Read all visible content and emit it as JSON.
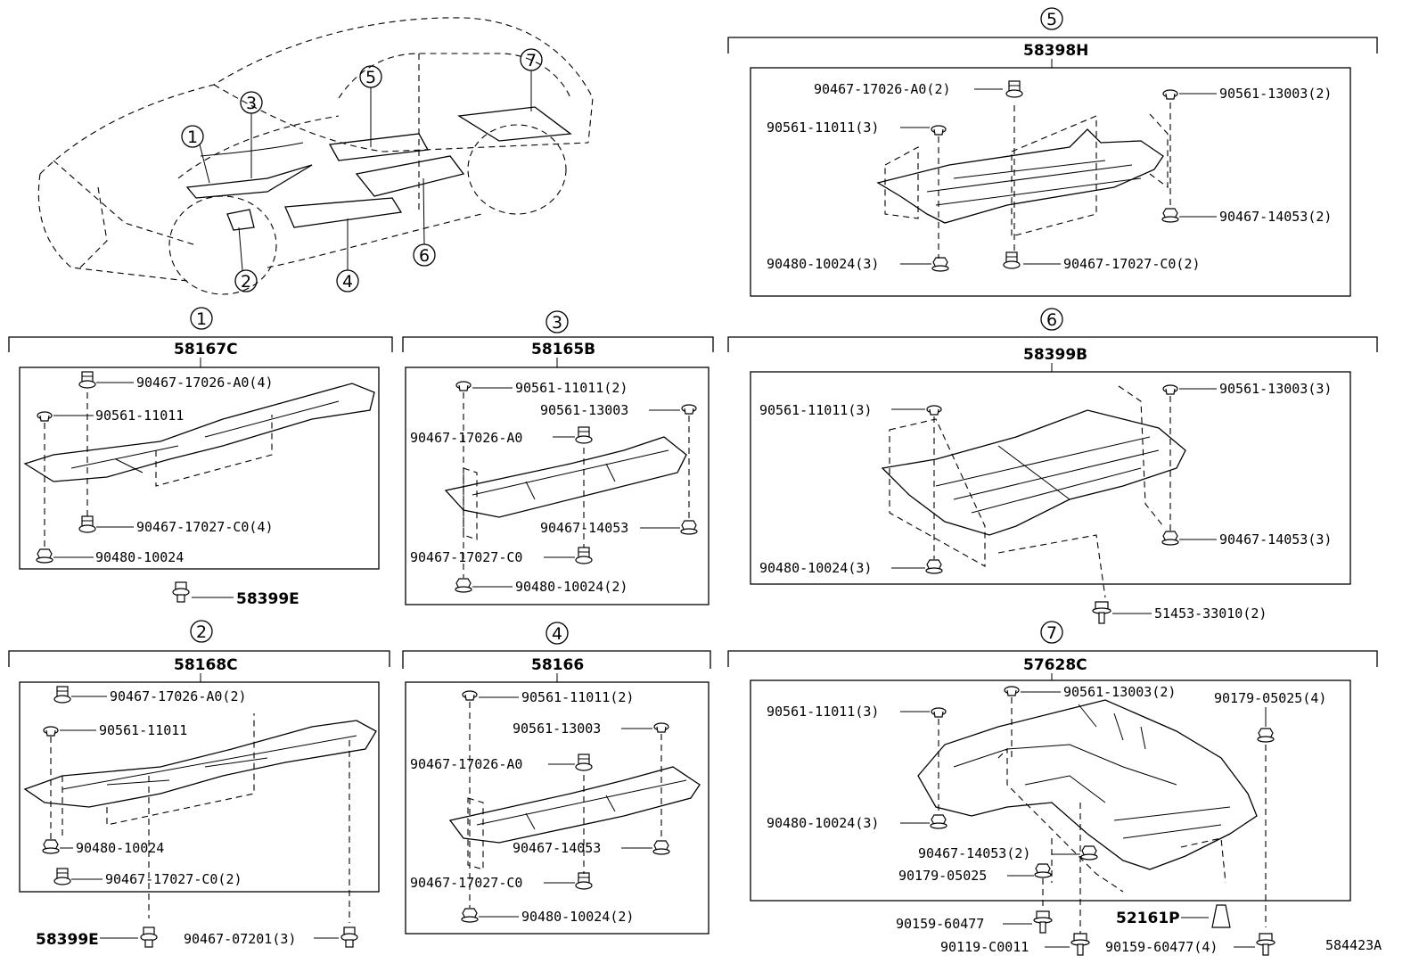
{
  "callouts": [
    "1",
    "2",
    "3",
    "4",
    "5",
    "6",
    "7"
  ],
  "diagram_id": "584423A",
  "panel1": {
    "title": "58167C",
    "parts": [
      "90467-17026-A0(4)",
      "90561-11011",
      "90467-17027-C0(4)",
      "90480-10024"
    ],
    "outside": "58399E"
  },
  "panel2": {
    "title": "58168C",
    "parts": [
      "90467-17026-A0(2)",
      "90561-11011",
      "90480-10024",
      "90467-17027-C0(2)"
    ],
    "outside_left": "58399E",
    "outside_right": "90467-07201(3)"
  },
  "panel3": {
    "title": "58165B",
    "parts": [
      "90561-11011(2)",
      "90561-13003",
      "90467-17026-A0",
      "90467-14053",
      "90467-17027-C0",
      "90480-10024(2)"
    ]
  },
  "panel4": {
    "title": "58166",
    "parts": [
      "90561-11011(2)",
      "90561-13003",
      "90467-17026-A0",
      "90467-14053",
      "90467-17027-C0",
      "90480-10024(2)"
    ]
  },
  "panel5": {
    "title": "58398H",
    "parts": [
      "90467-17026-A0(2)",
      "90561-13003(2)",
      "90561-11011(3)",
      "90467-14053(2)",
      "90480-10024(3)",
      "90467-17027-C0(2)"
    ]
  },
  "panel6": {
    "title": "58399B",
    "parts": [
      "90561-13003(3)",
      "90561-11011(3)",
      "90467-14053(3)",
      "90480-10024(3)"
    ],
    "outside": "51453-33010(2)"
  },
  "panel7": {
    "title": "57628C",
    "parts": [
      "90561-13003(2)",
      "90179-05025(4)",
      "90561-11011(3)",
      "90480-10024(3)",
      "90467-14053(2)",
      "90179-05025"
    ],
    "outside": [
      "90159-60477",
      "52161P",
      "90119-C0011",
      "90159-60477(4)"
    ]
  }
}
